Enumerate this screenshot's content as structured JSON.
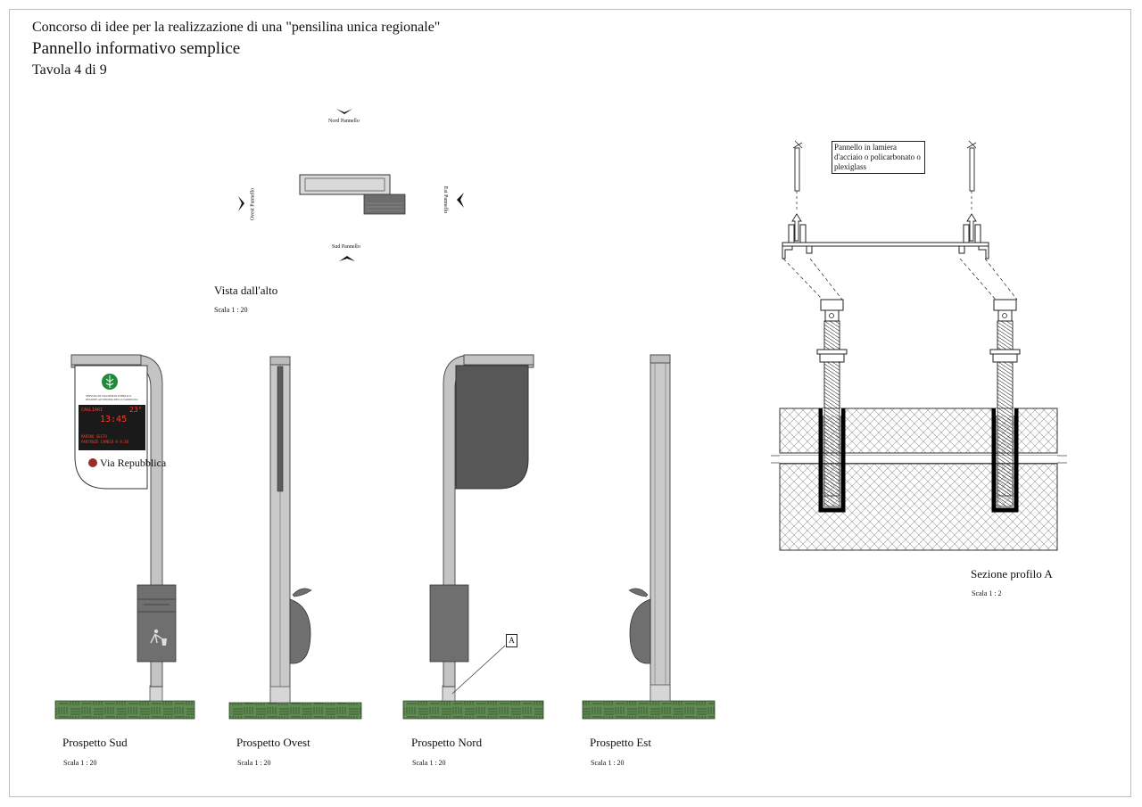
{
  "header": {
    "line1": "Concorso di idee per la realizzazione di una \"pensilina unica regionale\"",
    "line2": "Pannello informativo semplice",
    "line3": "Tavola 4 di 9"
  },
  "top_view": {
    "label_nord": "Nord Pannello",
    "label_sud": "Sud Pannello",
    "label_ovest": "Ovest Pannello",
    "label_est": "Est Pannello",
    "title": "Vista dall'alto",
    "scale": "Scala  1 : 20"
  },
  "section": {
    "callout": "Pannello in lamiera d'acciaio o policarbonato o  plexiglass",
    "title": "Sezione profilo A",
    "scale": "Scala  1 : 2"
  },
  "elevations": [
    {
      "title": "Prospetto Sud",
      "scale": "Scala  1 : 20"
    },
    {
      "title": "Prospetto Ovest",
      "scale": "Scala  1 : 20"
    },
    {
      "title": "Prospetto Nord",
      "scale": "Scala  1 : 20"
    },
    {
      "title": "Prospetto Est",
      "scale": "Scala  1 : 20"
    }
  ],
  "panel": {
    "stop_name": "Via Repubblica",
    "display_line1_left": "CAGLIARI",
    "display_line1_right": "23°",
    "display_time": "13:45",
    "display_line3": "MARINO   SESTU",
    "display_line4": "PARTENZE  CAMBIO H 8:30",
    "logo_line1": "SERVIZIO DI TRASPORTO PUBBLICO",
    "logo_line2": "REGIONE AUTONOMA DELLA SARDEGNA"
  },
  "section_marker": "A",
  "colors": {
    "panel_grey": "#575757",
    "pole_grey": "#bdbdbd",
    "ground_green": "#5f8a51",
    "display_red": "#ff3a2a",
    "bin_grey": "#6f6f6f"
  }
}
